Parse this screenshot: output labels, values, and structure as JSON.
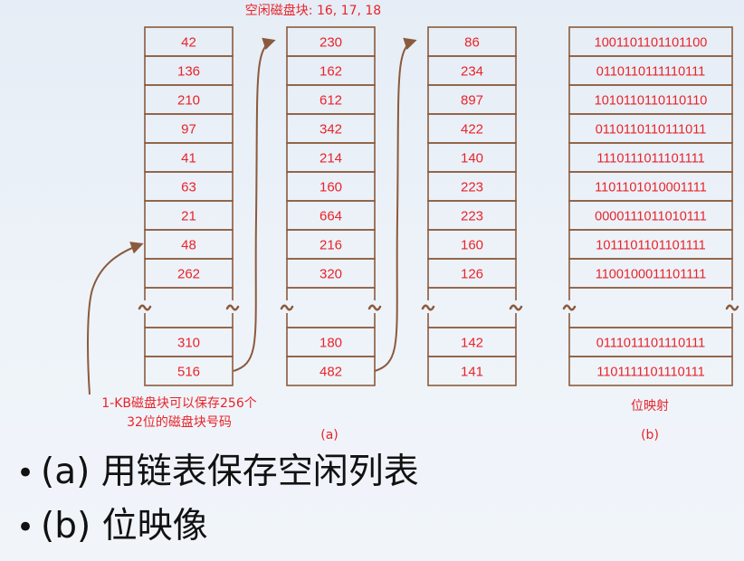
{
  "top_label": "空闲磁盘块: 16, 17, 18",
  "chain_blocks": [
    [
      "42",
      "136",
      "210",
      "97",
      "41",
      "63",
      "21",
      "48",
      "262",
      "",
      "310",
      "516"
    ],
    [
      "230",
      "162",
      "612",
      "342",
      "214",
      "160",
      "664",
      "216",
      "320",
      "",
      "180",
      "482"
    ],
    [
      "86",
      "234",
      "897",
      "422",
      "140",
      "223",
      "223",
      "160",
      "126",
      "",
      "142",
      "141"
    ]
  ],
  "bitmap_rows": [
    "1001101101101100",
    "0110110111110111",
    "1010110110110110",
    "0110110110111011",
    "1110111011101111",
    "1101101010001111",
    "0000111011010111",
    "1011101101101111",
    "1100100011101111",
    "",
    "0111011101110111",
    "1101111101110111"
  ],
  "note_lines": [
    "1-KB磁盘块可以保存256个",
    "32位的磁盘块号码"
  ],
  "caption_a": "(a)",
  "bitmap_label": "位映射",
  "caption_b": "(b)",
  "bullets": [
    "(a) 用链表保存空闲列表",
    "(b) 位映像"
  ],
  "colors": {
    "text_red": "#e8242a",
    "line_brown": "#8b5a3c",
    "background": "#e9eff7"
  }
}
